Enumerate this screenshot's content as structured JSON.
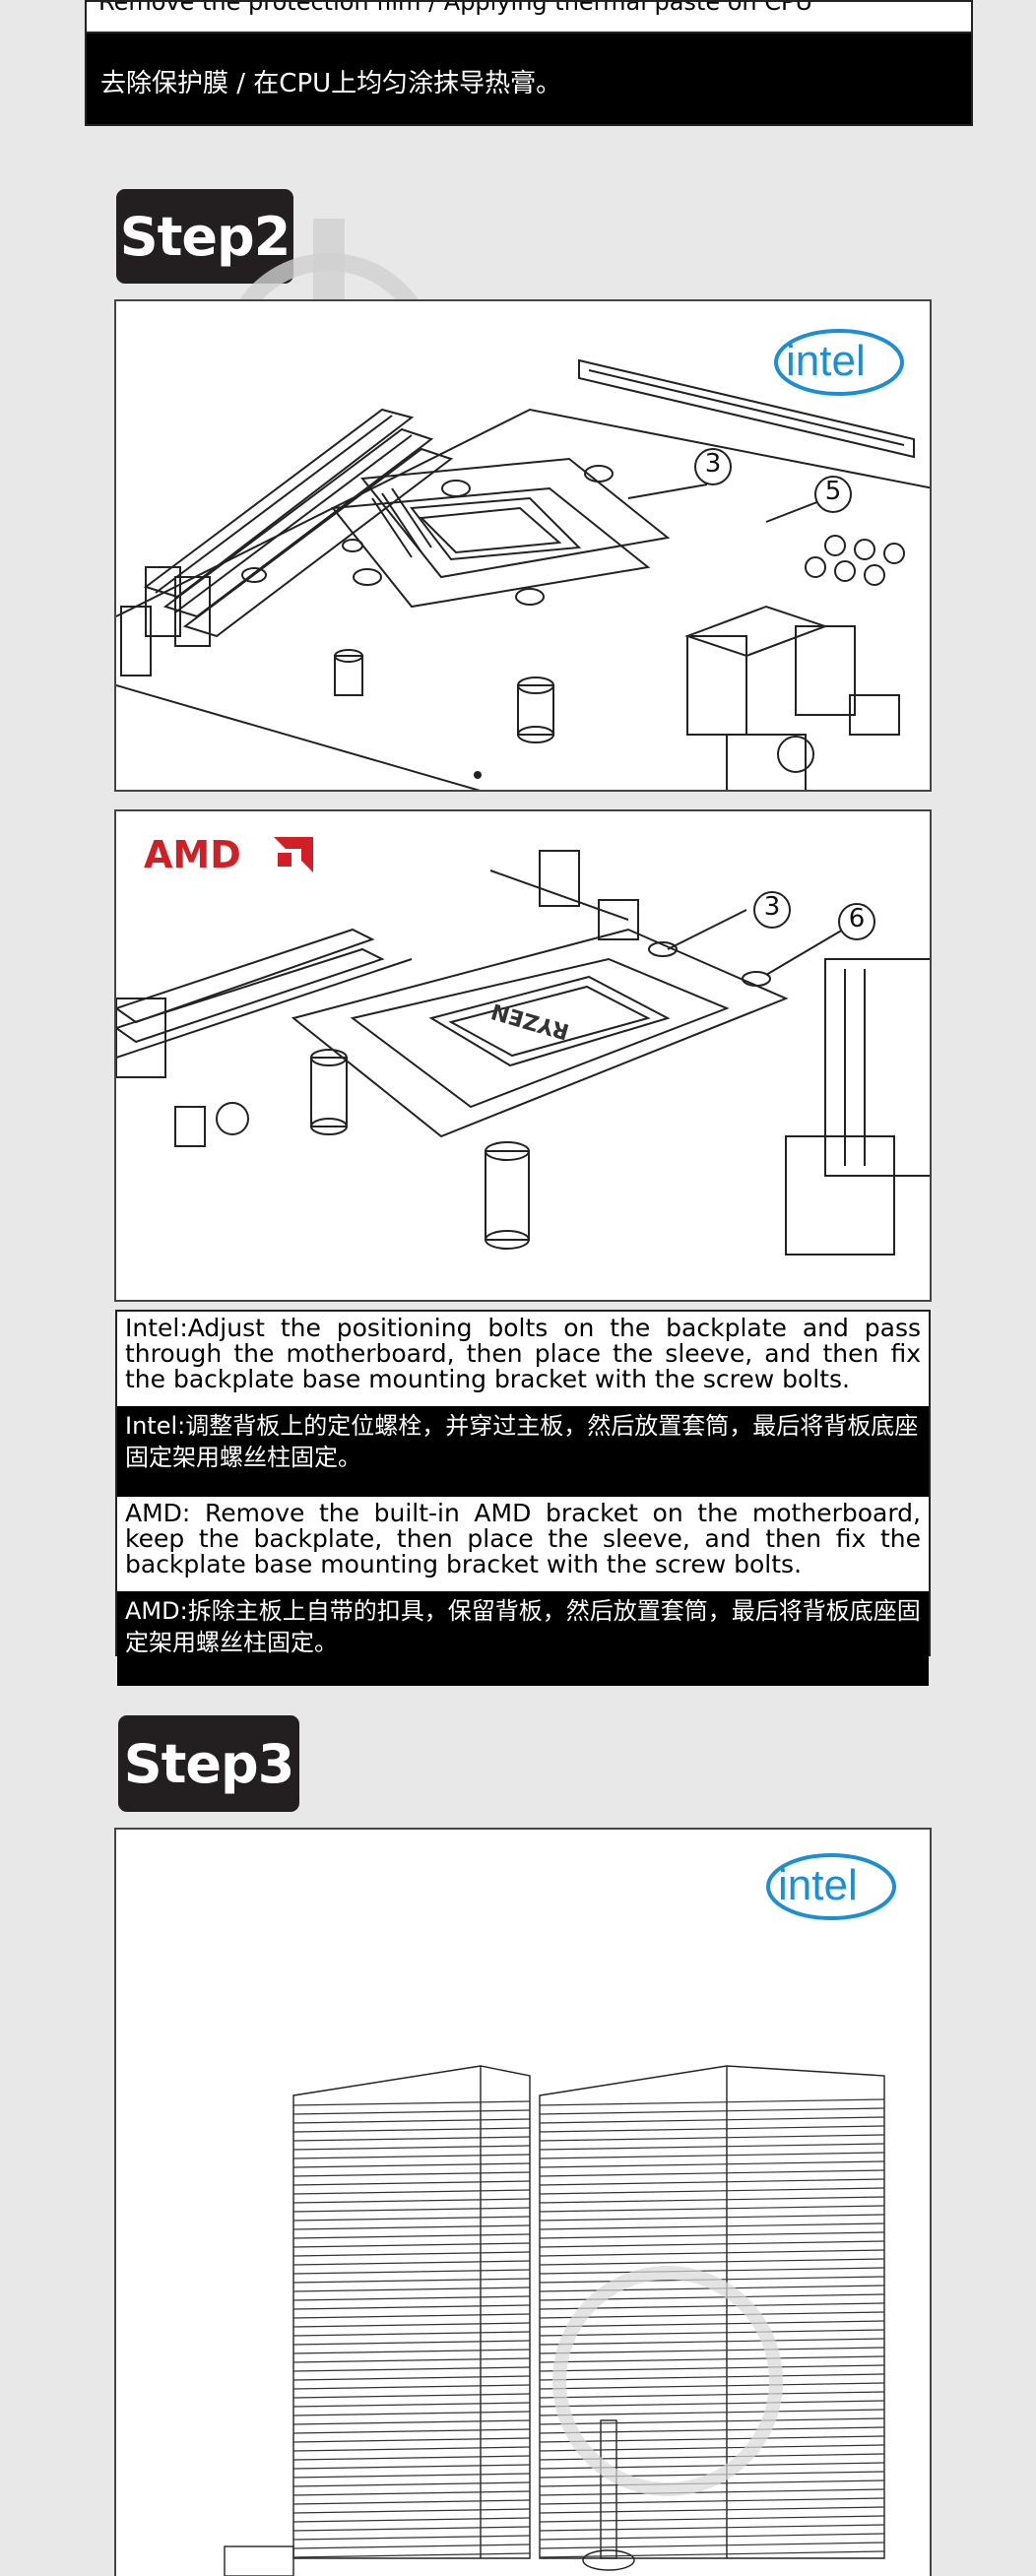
{
  "step1": {
    "en_cut": "Remove the protection film / Applying thermal paste on CPU",
    "zh": "去除保护膜 / 在CPU上均匀涂抹导热膏。"
  },
  "step2": {
    "badge": "Step2",
    "intel_logo": "intel",
    "amd_logo": "AMD",
    "callouts_intel": [
      "3",
      "5"
    ],
    "callouts_amd": [
      "3",
      "6"
    ],
    "chip_label": "RYZEN",
    "intel_en": "Intel:Adjust the positioning bolts on the backplate and pass through the motherboard, then place the sleeve, and then fix the backplate base mounting bracket with the screw bolts.",
    "intel_zh": "Intel:调整背板上的定位螺栓，并穿过主板，然后放置套筒，最后将背板底座固定架用螺丝柱固定。",
    "amd_en": "AMD: Remove the built-in AMD bracket on the motherboard, keep the backplate, then place the sleeve, and then fix the backplate base mounting bracket with the screw bolts.",
    "amd_zh": "AMD:拆除主板上自带的扣具，保留背板，然后放置套筒，最后将背板底座固定架用螺丝柱固定。"
  },
  "step3": {
    "badge": "Step3",
    "intel_logo": "intel"
  },
  "colors": {
    "intel_blue": "#1a8fd6",
    "amd_red": "#d21f26",
    "badge_bg": "#231f20",
    "page_bg": "#e8e8e8"
  }
}
